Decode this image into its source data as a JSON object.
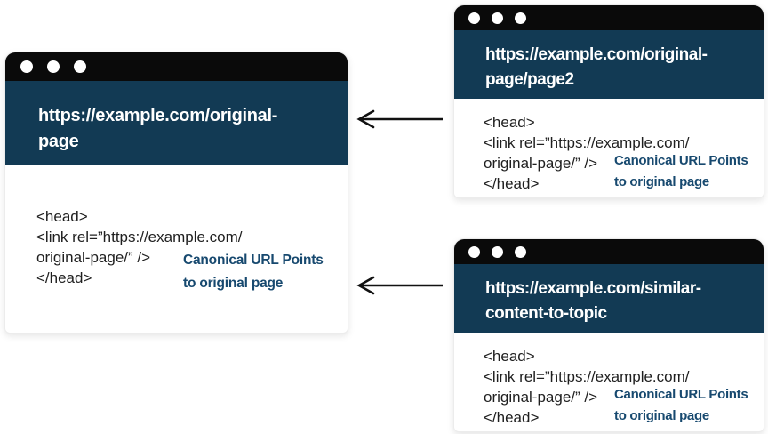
{
  "diagram": {
    "background": "#ffffff",
    "colors": {
      "titlebar_black": "#0a0a0a",
      "urlbar_navy": "#123a54",
      "url_text_white": "#ffffff",
      "code_text": "#1f1f1f",
      "annotation_navy": "#17496f",
      "arrow_black": "#111111",
      "window_dot_white": "#ffffff"
    }
  },
  "windows": {
    "original": {
      "url_lines": [
        "https://example.com/original-",
        "page"
      ],
      "code_lines": [
        "<head>",
        "<link rel=”https://example.com/",
        "original-page/” />",
        "</head>"
      ],
      "annotation_lines": [
        "Canonical URL Points",
        "to original page"
      ]
    },
    "page2": {
      "url_lines": [
        "https://example.com/original-",
        "page/page2"
      ],
      "code_lines": [
        "<head>",
        "<link rel=”https://example.com/",
        "original-page/” />",
        "</head>"
      ],
      "annotation_lines": [
        "Canonical URL Points",
        "to original page"
      ]
    },
    "similar": {
      "url_lines": [
        "https://example.com/similar-",
        "content-to-topic"
      ],
      "code_lines": [
        "<head>",
        "<link rel=”https://example.com/",
        "original-page/” />",
        "</head>"
      ],
      "annotation_lines": [
        "Canonical URL Points",
        "to original page"
      ]
    }
  }
}
